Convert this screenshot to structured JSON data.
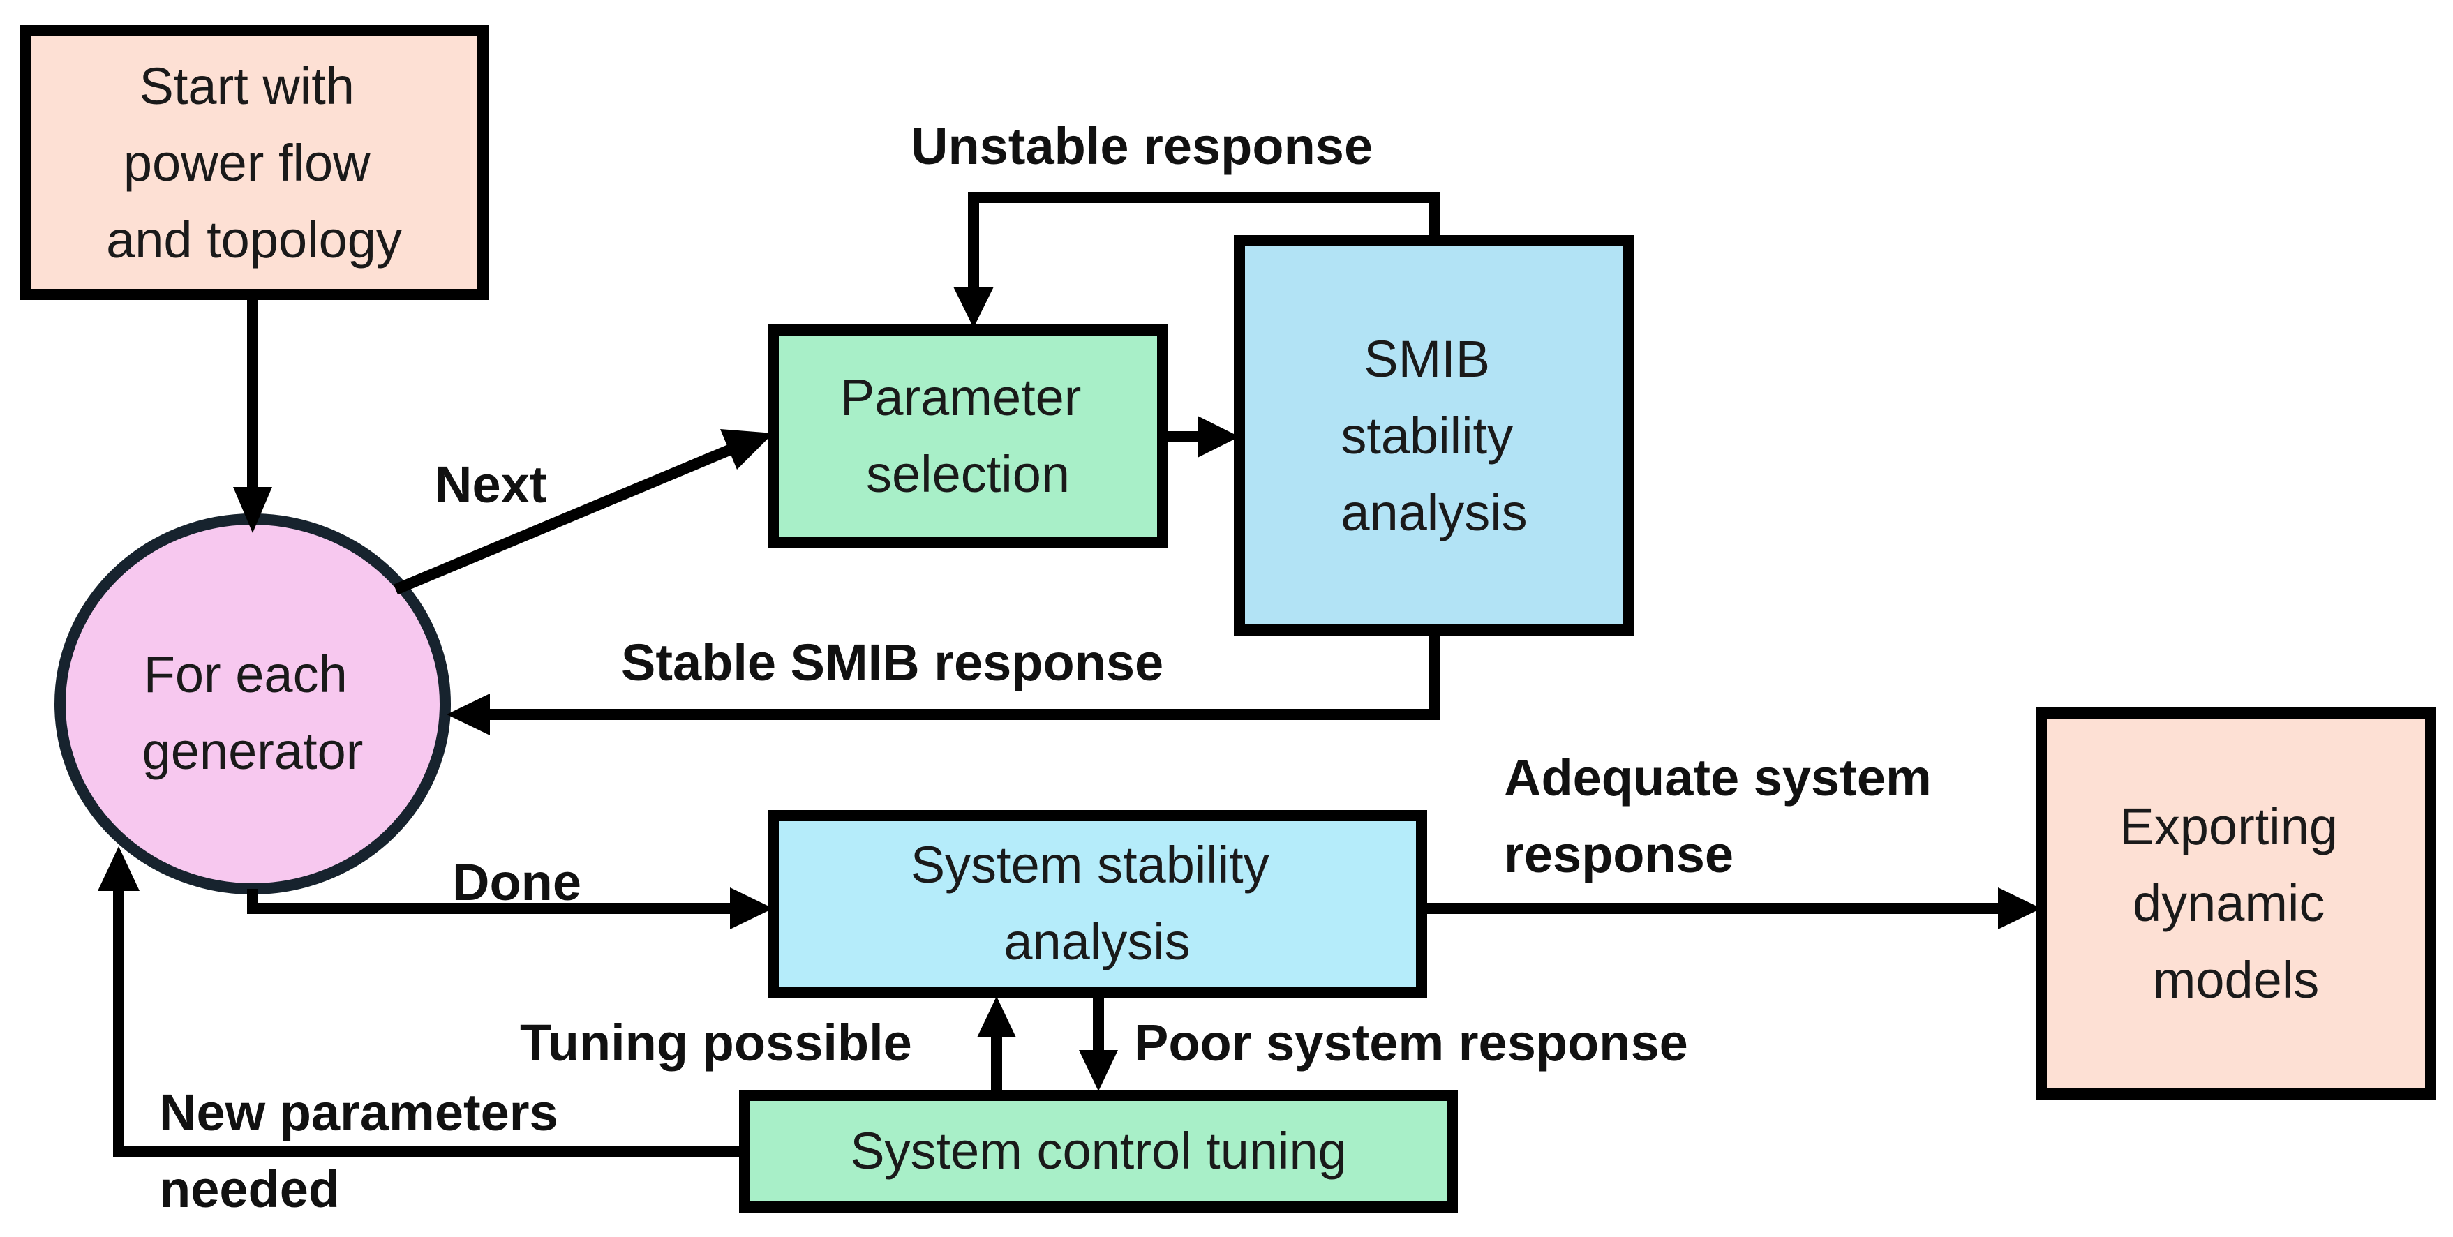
{
  "colors": {
    "start_fill": "#fde0d4",
    "export_fill": "#fde0d4",
    "param_fill": "#a8efc8",
    "tuning_fill": "#a8efc8",
    "smib_fill": "#b2e3f5",
    "system_fill": "#b5ecfa",
    "generator_fill": "#f7c8ef",
    "generator_stroke": "#17232e",
    "line": "#000000"
  },
  "nodes": {
    "start": {
      "lines": [
        "Start with",
        "power flow",
        "and topology"
      ]
    },
    "generator": {
      "lines": [
        "For each",
        "generator"
      ]
    },
    "param": {
      "lines": [
        "Parameter",
        "selection"
      ]
    },
    "smib": {
      "lines": [
        "SMIB",
        "stability",
        "analysis"
      ]
    },
    "system": {
      "lines": [
        "System stability",
        "analysis"
      ]
    },
    "tuning": {
      "lines": [
        "System control tuning"
      ]
    },
    "export": {
      "lines": [
        "Exporting",
        "dynamic",
        "models"
      ]
    }
  },
  "edges": {
    "unstable": {
      "label": "Unstable response"
    },
    "next": {
      "label": "Next"
    },
    "stable_smib": {
      "label": "Stable SMIB response"
    },
    "adequate": {
      "lines": [
        "Adequate system",
        "response"
      ]
    },
    "done": {
      "label": "Done"
    },
    "tuning_possible": {
      "label": "Tuning possible"
    },
    "poor": {
      "label": "Poor system response"
    },
    "new_params": {
      "lines": [
        "New parameters",
        "needed"
      ]
    }
  }
}
